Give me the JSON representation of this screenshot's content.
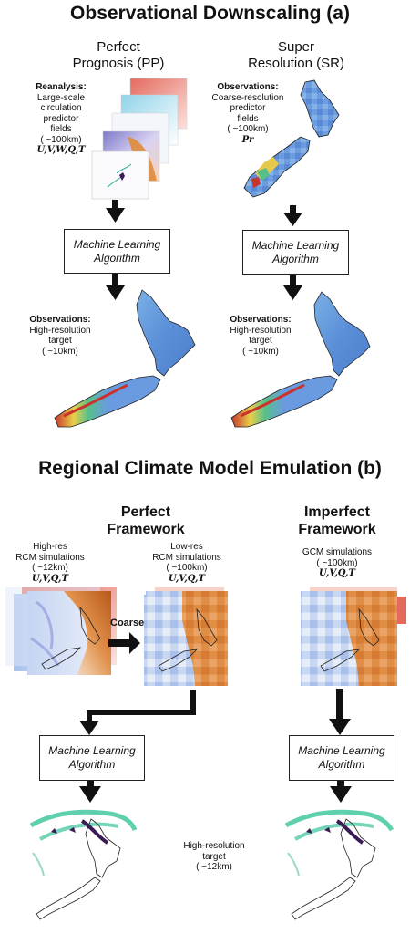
{
  "section_a": {
    "title": "Observational Downscaling (a)",
    "pp": {
      "title_line1": "Perfect",
      "title_line2": "Prognosis (PP)",
      "source_label": "Reanalysis:",
      "desc_lines": [
        "Large-scale",
        "circulation",
        "predictor",
        "fields"
      ],
      "resolution": "( ~100km)",
      "variables": "U,V,W,Q,T",
      "box_line1": "Machine Learning",
      "box_line2": "Algorithm",
      "target_label": "Observations:",
      "target_lines": [
        "High-resolution",
        "target",
        "( ~10km)"
      ]
    },
    "sr": {
      "title_line1": "Super",
      "title_line2": "Resolution (SR)",
      "source_label": "Observations:",
      "desc_lines": [
        "Coarse-resolution",
        "predictor",
        "fields"
      ],
      "resolution": "( ~100km)",
      "variables": "Pr",
      "box_line1": "Machine Learning",
      "box_line2": "Algorithm",
      "target_label": "Observations:",
      "target_lines": [
        "High-resolution",
        "target",
        "( ~10km)"
      ]
    }
  },
  "section_b": {
    "title": "Regional Climate Model Emulation (b)",
    "perfect": {
      "title_line1": "Perfect",
      "title_line2": "Framework",
      "highres_lines": [
        "High-res",
        "RCM simulations",
        "( ~12km)"
      ],
      "highres_vars": "U,V,Q,T",
      "coarsen_label": "Coarse",
      "lowres_lines": [
        "Low-res",
        "RCM simulations",
        "( ~100km)"
      ],
      "lowres_vars": "U,V,Q,T",
      "box_line1": "Machine Learning",
      "box_line2": "Algorithm"
    },
    "imperfect": {
      "title_line1": "Imperfect",
      "title_line2": "Framework",
      "gcm_lines": [
        "GCM simulations",
        "( ~100km)"
      ],
      "gcm_vars": "U,V,Q,T",
      "box_line1": "Machine Learning",
      "box_line2": "Algorithm"
    },
    "target_lines": [
      "High-resolution",
      "target",
      "( ~12km)"
    ]
  },
  "colors": {
    "arrow": "#111111",
    "nz_high_blue": "#5b8fd8",
    "nz_coast_red": "#c8342c",
    "field_orange": "#d9772a",
    "field_blue": "#6a93d6",
    "precip_green": "#37c49a",
    "precip_purple": "#3b1a55"
  }
}
